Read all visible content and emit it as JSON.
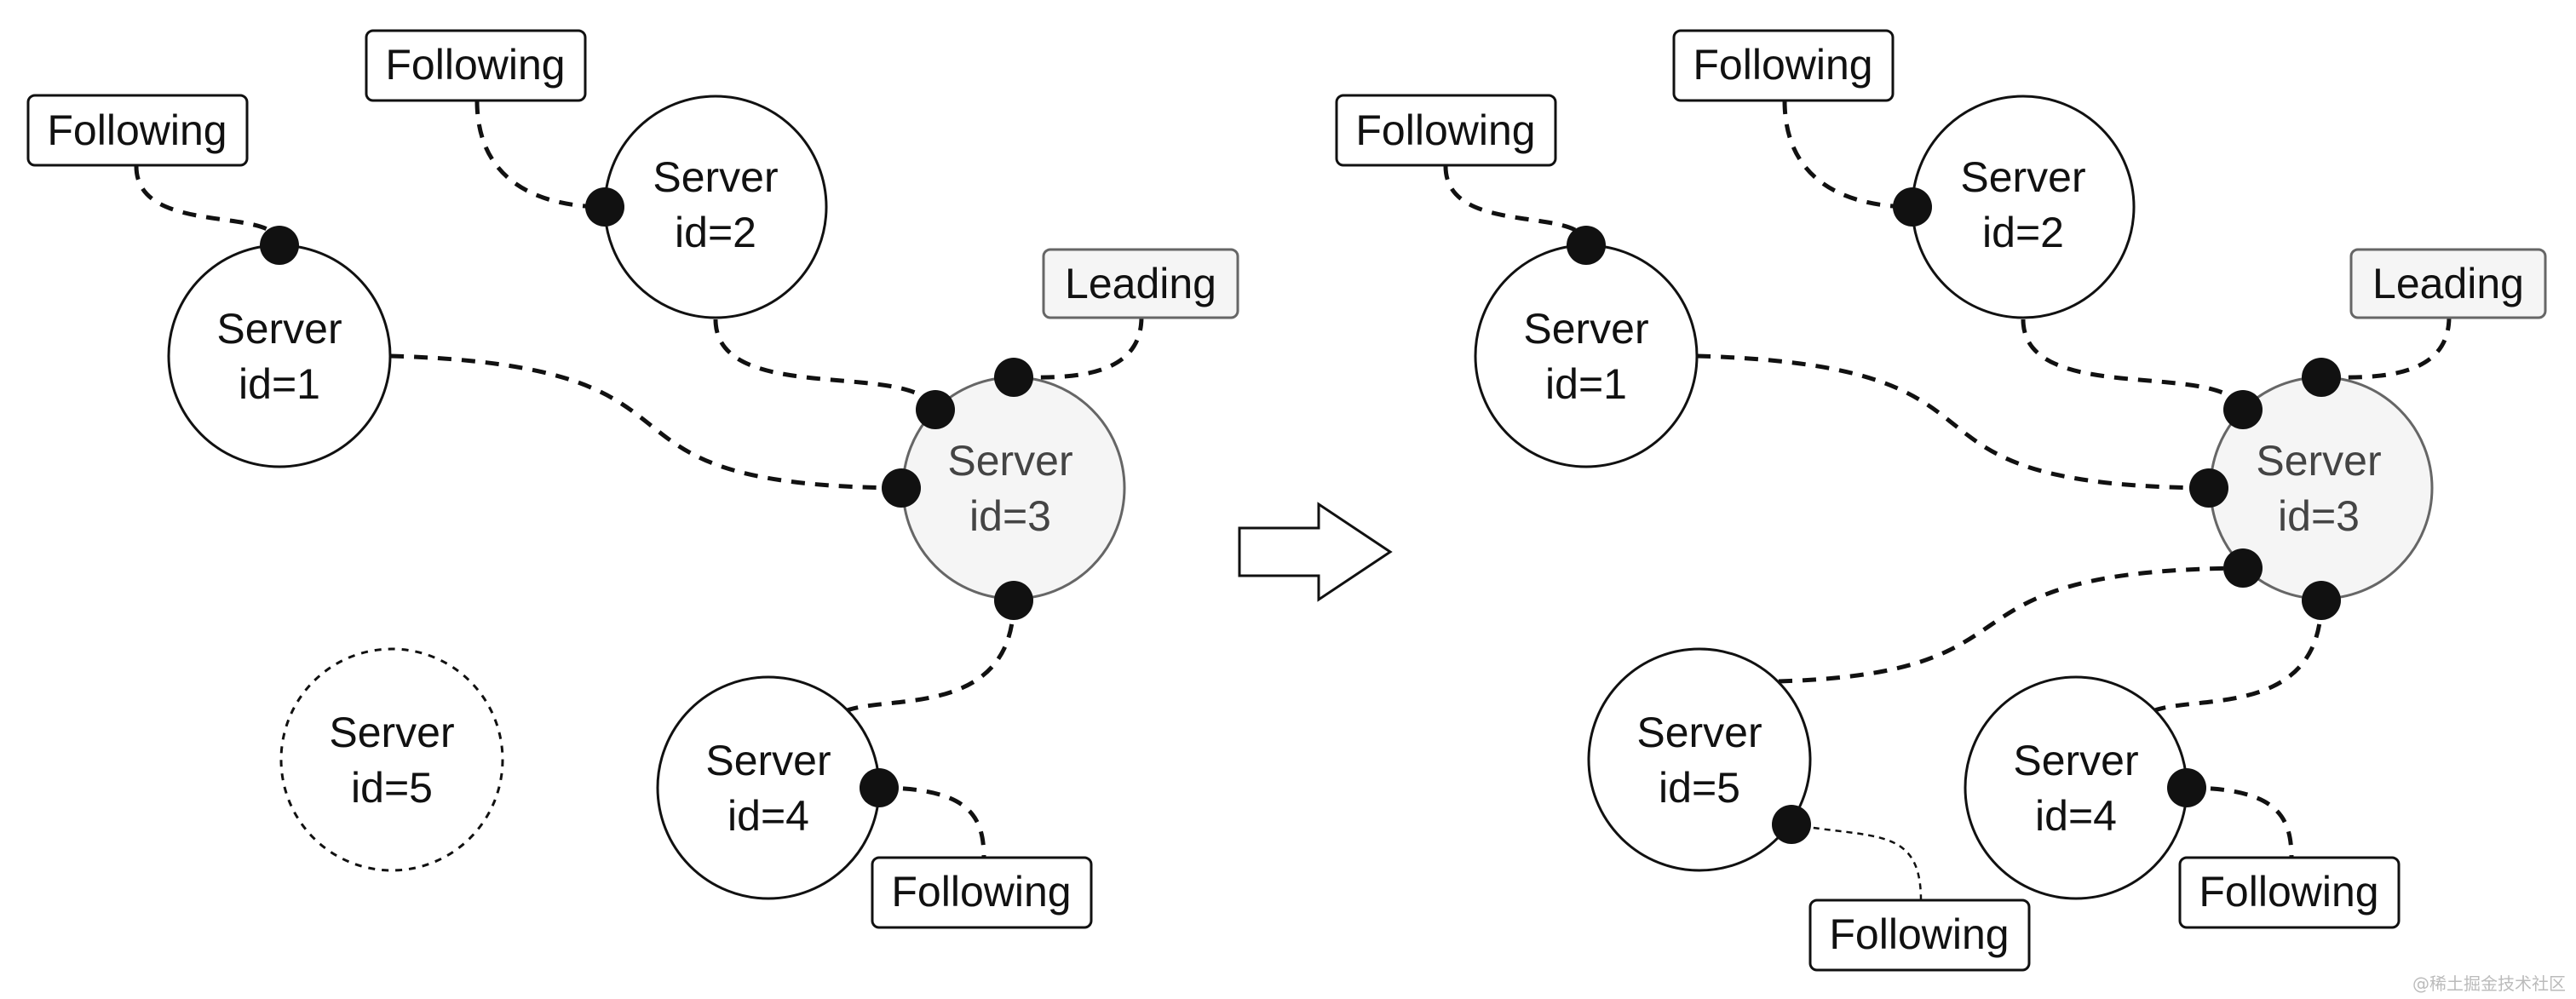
{
  "left_panel": {
    "server1": {
      "line1": "Server",
      "line2": "id=1"
    },
    "server2": {
      "line1": "Server",
      "line2": "id=2"
    },
    "server3": {
      "line1": "Server",
      "line2": "id=3"
    },
    "server4": {
      "line1": "Server",
      "line2": "id=4"
    },
    "server5": {
      "line1": "Server",
      "line2": "id=5"
    },
    "label_server1": "Following",
    "label_server2": "Following",
    "label_server3": "Leading",
    "label_server4": "Following"
  },
  "right_panel": {
    "server1": {
      "line1": "Server",
      "line2": "id=1"
    },
    "server2": {
      "line1": "Server",
      "line2": "id=2"
    },
    "server3": {
      "line1": "Server",
      "line2": "id=3"
    },
    "server4": {
      "line1": "Server",
      "line2": "id=4"
    },
    "server5": {
      "line1": "Server",
      "line2": "id=5"
    },
    "label_server1": "Following",
    "label_server2": "Following",
    "label_server3": "Leading",
    "label_server4": "Following",
    "label_server5": "Following"
  },
  "watermark": "@稀土掘金技术社区",
  "colors": {
    "stroke": "#111111",
    "leader_fill": "#f5f5f5",
    "leader_stroke": "#666666",
    "background": "#ffffff"
  }
}
